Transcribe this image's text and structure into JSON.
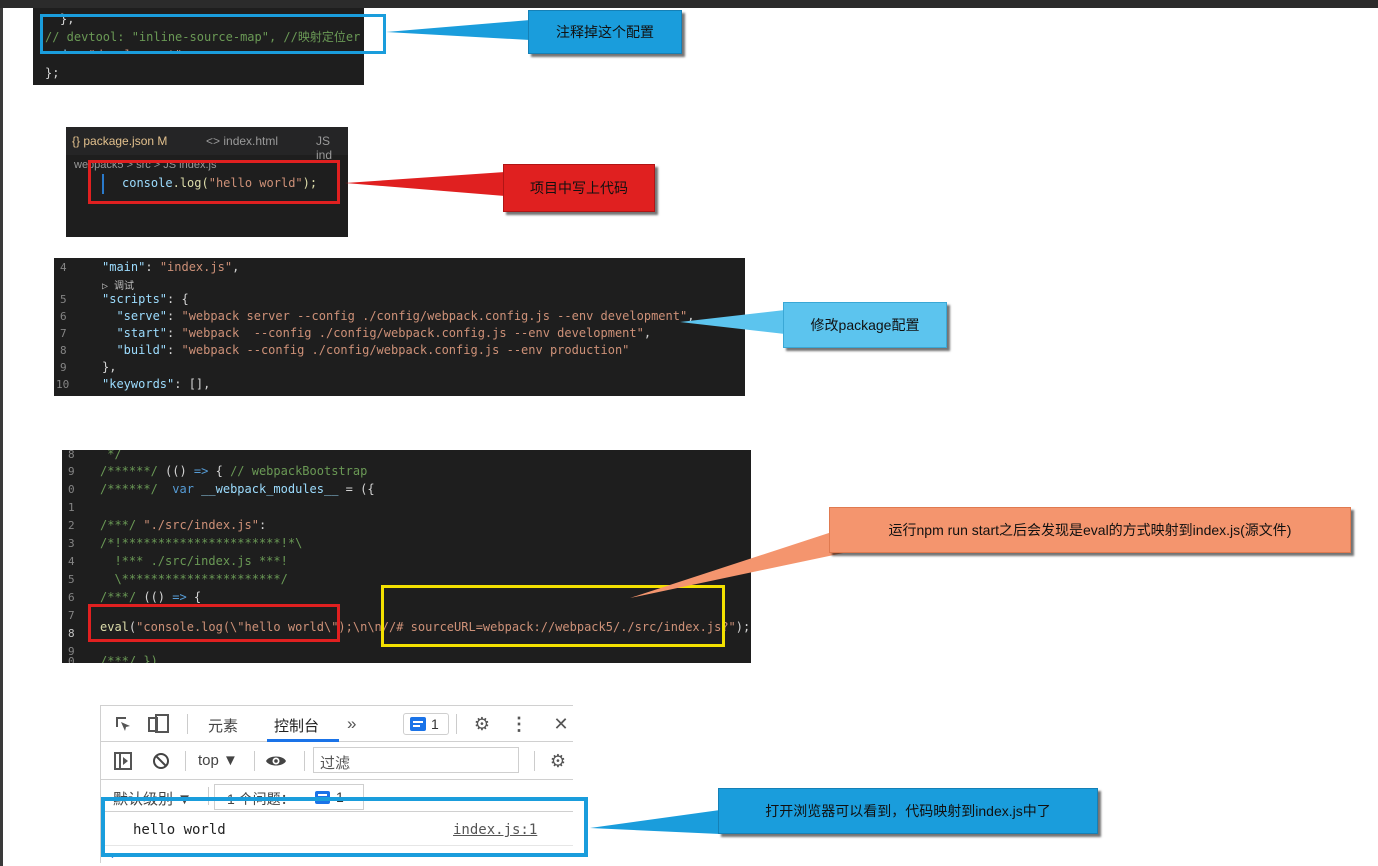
{
  "panel1": {
    "lines": [
      "},",
      "// devtool: \"inline-source-map\", //映射定位er",
      "mode: \"development\"",
      "};"
    ]
  },
  "callout1": {
    "text": "注释掉这个配置",
    "color": "#1a9ddc"
  },
  "panel2": {
    "tabs": [
      "{} package.json M",
      "<> index.html",
      "JS ind"
    ],
    "breadcrumb": "webpack5 > src > JS index.js",
    "code": "console.log(\"hello world\");"
  },
  "callout2": {
    "text": "项目中写上代码",
    "color": "#e02020"
  },
  "panel3": {
    "lines": [
      {
        "n": "4",
        "t": "\"main\": \"index.js\","
      },
      {
        "n": "",
        "t": "▷ 调试"
      },
      {
        "n": "5",
        "t": "\"scripts\": {"
      },
      {
        "n": "6",
        "t": "  \"serve\": \"webpack server --config ./config/webpack.config.js --env development\","
      },
      {
        "n": "7",
        "t": "  \"start\": \"webpack  --config ./config/webpack.config.js --env development\","
      },
      {
        "n": "8",
        "t": "  \"build\": \"webpack --config ./config/webpack.config.js --env production\""
      },
      {
        "n": "9",
        "t": "},"
      },
      {
        "n": "10",
        "t": "\"keywords\": [],"
      }
    ]
  },
  "callout3": {
    "text": "修改package配置",
    "color": "#5cc4ee"
  },
  "panel4": {
    "lines": [
      {
        "n": "8",
        "t": " */"
      },
      {
        "n": "9",
        "t": "/******/ (() => { // webpackBootstrap"
      },
      {
        "n": "0",
        "t": "/******/  var __webpack_modules__ = ({"
      },
      {
        "n": "1",
        "t": ""
      },
      {
        "n": "2",
        "t": "/***/ \"./src/index.js\":"
      },
      {
        "n": "3",
        "t": "/*!**********************!*\\"
      },
      {
        "n": "4",
        "t": "  !*** ./src/index.js ***!"
      },
      {
        "n": "5",
        "t": "  \\**********************/"
      },
      {
        "n": "6",
        "t": "/***/ (() => {"
      },
      {
        "n": "7",
        "t": ""
      },
      {
        "n": "8",
        "t": "eval(\"console.log(\\\"hello world\\\");\\n\\n//# sourceURL=webpack://webpack5/./src/index.js?\");"
      },
      {
        "n": "9",
        "t": ""
      },
      {
        "n": "0",
        "t": "/***/ })"
      }
    ]
  },
  "callout4": {
    "text": "运行npm run start之后会发现是eval的方式映射到index.js(源文件)",
    "color": "#f4956e"
  },
  "devtools": {
    "tab_elements": "元素",
    "tab_console": "控制台",
    "more": "»",
    "issues_badge": "1",
    "context": "top ▼",
    "filter_placeholder": "过滤",
    "level": "默认级别 ▼",
    "issues_text": "1 个问题：",
    "issues_count": "1",
    "log_message": "hello world",
    "log_source": "index.js:1"
  },
  "callout5": {
    "text": "打开浏览器可以看到，代码映射到index.js中了",
    "color": "#1a9ddc"
  }
}
